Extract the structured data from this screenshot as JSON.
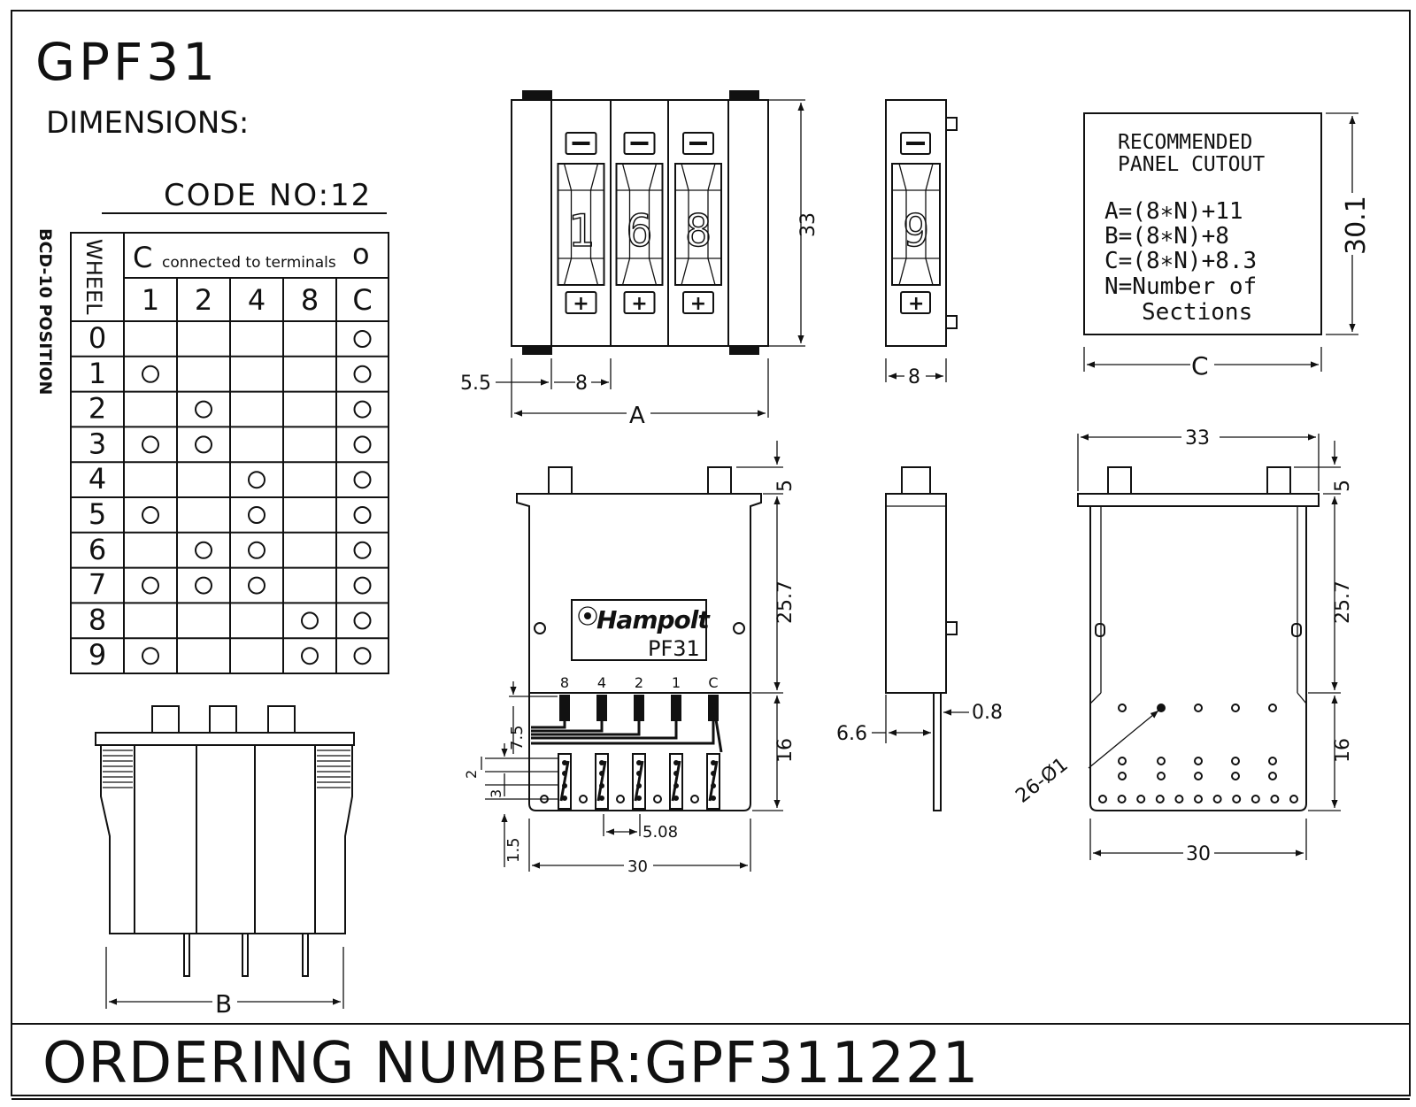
{
  "title": "GPF31",
  "subtitle": "DIMENSIONS:",
  "code_label": "CODE  NO:12",
  "side_label": "BCD-10 POSITION",
  "table": {
    "wheel_header": "WHEEL",
    "c_symbol": "C",
    "connected_text": "connected to terminals",
    "o_symbol": "o",
    "columns": [
      "1",
      "2",
      "4",
      "8",
      "C"
    ],
    "rows": [
      {
        "wheel": "0",
        "marks": [
          0,
          0,
          0,
          0,
          1
        ]
      },
      {
        "wheel": "1",
        "marks": [
          1,
          0,
          0,
          0,
          1
        ]
      },
      {
        "wheel": "2",
        "marks": [
          0,
          1,
          0,
          0,
          1
        ]
      },
      {
        "wheel": "3",
        "marks": [
          1,
          1,
          0,
          0,
          1
        ]
      },
      {
        "wheel": "4",
        "marks": [
          0,
          0,
          1,
          0,
          1
        ]
      },
      {
        "wheel": "5",
        "marks": [
          1,
          0,
          1,
          0,
          1
        ]
      },
      {
        "wheel": "6",
        "marks": [
          0,
          1,
          1,
          0,
          1
        ]
      },
      {
        "wheel": "7",
        "marks": [
          1,
          1,
          1,
          0,
          1
        ]
      },
      {
        "wheel": "8",
        "marks": [
          0,
          0,
          0,
          1,
          1
        ]
      },
      {
        "wheel": "9",
        "marks": [
          1,
          0,
          0,
          1,
          1
        ]
      }
    ]
  },
  "panel_cutout": {
    "title1": "RECOMMENDED",
    "title2": "PANEL CUTOUT",
    "formula_a": "A=(8∗N)+11",
    "formula_b": "B=(8∗N)+8",
    "formula_c": "C=(8∗N)+8.3",
    "formula_n": "N=Number of",
    "formula_n2": "Sections"
  },
  "front_view": {
    "digits": [
      "1",
      "6",
      "8"
    ],
    "minus": "−",
    "plus": "+",
    "dim_33": "33",
    "dim_55": "5.5",
    "dim_8": "8",
    "dim_a": "A"
  },
  "side_view": {
    "digit": "9",
    "dim_8": "8"
  },
  "cutout_dims": {
    "height": "30.1",
    "width": "C"
  },
  "back_view": {
    "brand": "Hampolt",
    "model": "PF31",
    "terminals": [
      "8",
      "4",
      "2",
      "1",
      "C"
    ],
    "dim_5": "5",
    "dim_257": "25.7",
    "dim_16": "16",
    "dim_75": "7.5",
    "dim_2": "2",
    "dim_3": "3",
    "dim_15": "1.5",
    "dim_508": "5.08",
    "dim_30": "30"
  },
  "side_view2": {
    "dim_66": "6.6",
    "dim_08": "0.8"
  },
  "pcb_view": {
    "dim_33": "33",
    "dim_5": "5",
    "dim_257": "25.7",
    "dim_16": "16",
    "dim_30": "30",
    "holes": "26-Ø1"
  },
  "top_view": {
    "dim_b": "B"
  },
  "ordering": "ORDERING NUMBER:GPF311221"
}
